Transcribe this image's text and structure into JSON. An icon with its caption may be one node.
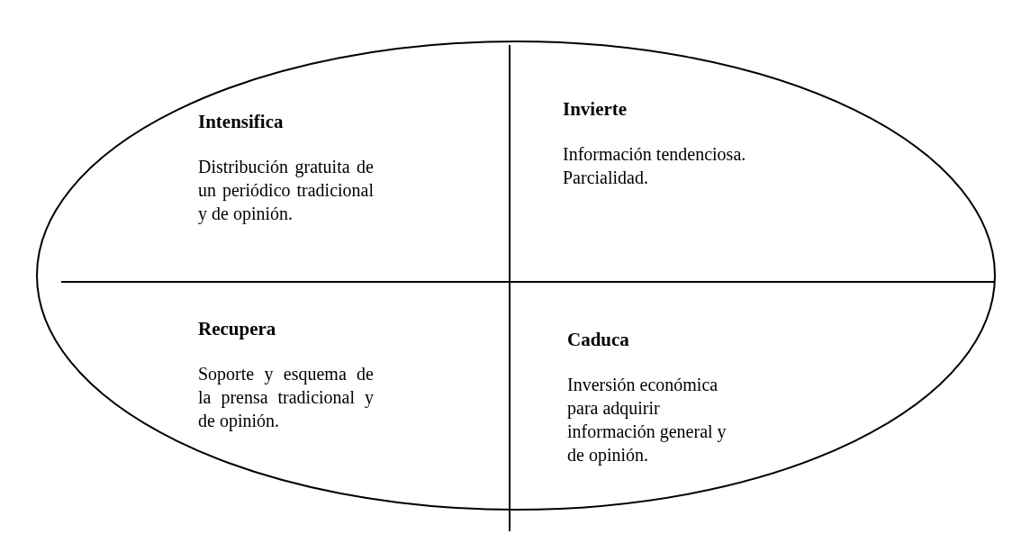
{
  "diagram": {
    "nodes": [
      {
        "text": [],
        "shape": "ellipse"
      },
      {
        "text": [
          "Intensifica",
          "Distribución gratuita de un periódico tradicional y de opinión."
        ],
        "in": 0
      },
      {
        "text": [
          "Invierte",
          "Información tendenciosa. Parcialidad."
        ],
        "in": 0
      },
      {
        "text": [
          "Recupera",
          "Soporte y esquema de la prensa tradicional y de opinión."
        ],
        "in": 0
      },
      {
        "text": [
          "Caduca",
          "Inversión económica para adquirir información general y de opinión."
        ],
        "in": 0
      }
    ]
  }
}
